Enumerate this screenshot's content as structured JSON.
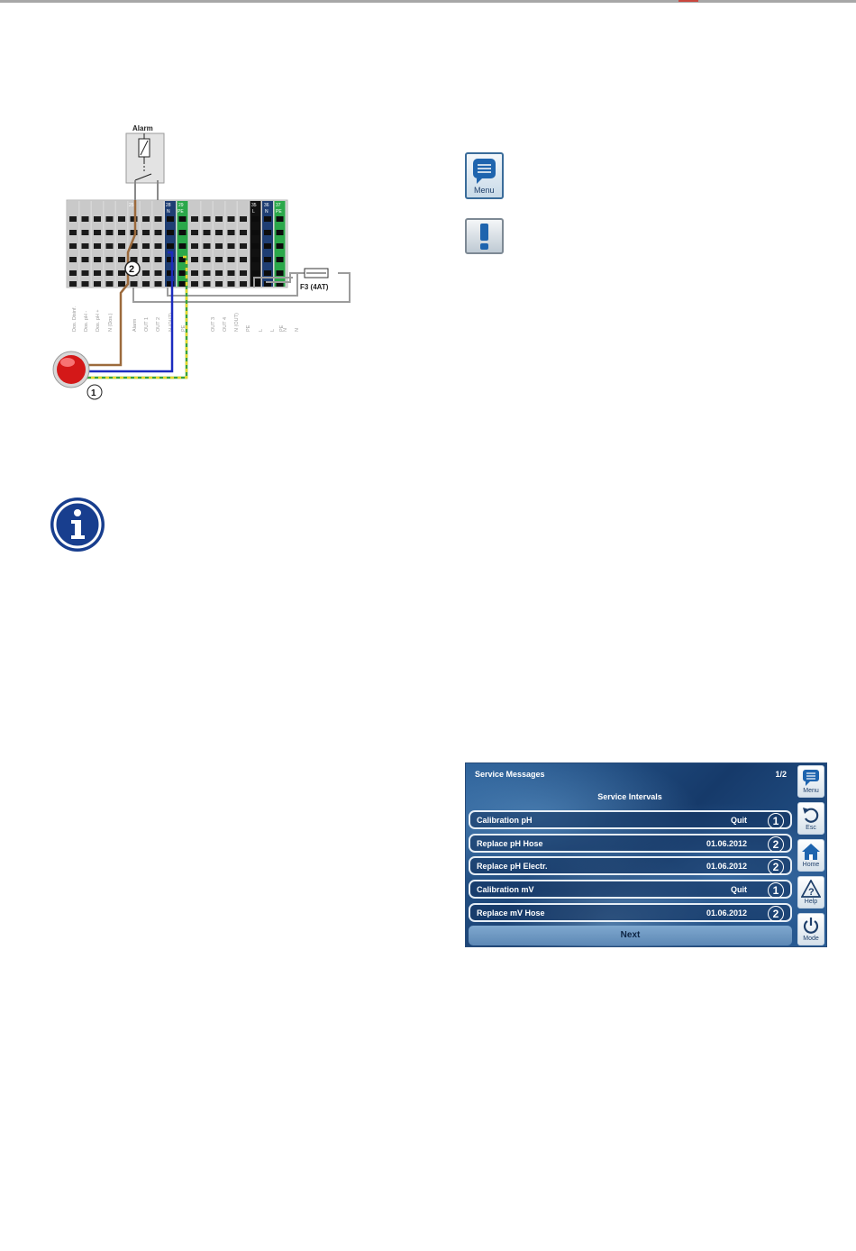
{
  "wiring": {
    "alarm_label": "Alarm",
    "fuse_label": "F3 (4AT)",
    "callout_1": "1",
    "callout_2": "2",
    "terminal_numbers": {
      "t25": "25",
      "t28": "28",
      "t29": "29",
      "t35": "35",
      "t36": "36",
      "t37": "37"
    },
    "terminal_tags": {
      "n_out": "N",
      "pe_mid": "PE",
      "l": "L",
      "n": "N",
      "pe_right": "PE"
    },
    "vertical_labels": [
      "Dos. Disinf.",
      "Dos. pH -",
      "Dos. pH +",
      "N (Dos.)",
      "Alarm",
      "OUT 1",
      "OUT 2",
      "N (OUT)",
      "PE",
      "OUT 3",
      "OUT 4",
      "N (OUT)",
      "PE",
      "L",
      "L",
      "N",
      "N",
      "PE"
    ]
  },
  "icons": {
    "menu_icon_label": "Menu"
  },
  "panel": {
    "title": "Service Messages",
    "page": "1/2",
    "subtitle": "Service Intervals",
    "rows": [
      {
        "label": "Calibration pH",
        "value": "Quit",
        "num": "1"
      },
      {
        "label": "Replace pH Hose",
        "value": "01.06.2012",
        "num": "2"
      },
      {
        "label": "Replace pH Electr.",
        "value": "01.06.2012",
        "num": "2"
      },
      {
        "label": "Calibration mV",
        "value": "Quit",
        "num": "1"
      },
      {
        "label": "Replace mV Hose",
        "value": "01.06.2012",
        "num": "2"
      }
    ],
    "next_label": "Next",
    "side_buttons": [
      {
        "label": "Menu",
        "icon": "menu-icon"
      },
      {
        "label": "Esc",
        "icon": "undo-icon"
      },
      {
        "label": "Home",
        "icon": "home-icon"
      },
      {
        "label": "Help",
        "icon": "help-warning-icon"
      },
      {
        "label": "Mode",
        "icon": "power-icon"
      }
    ]
  }
}
